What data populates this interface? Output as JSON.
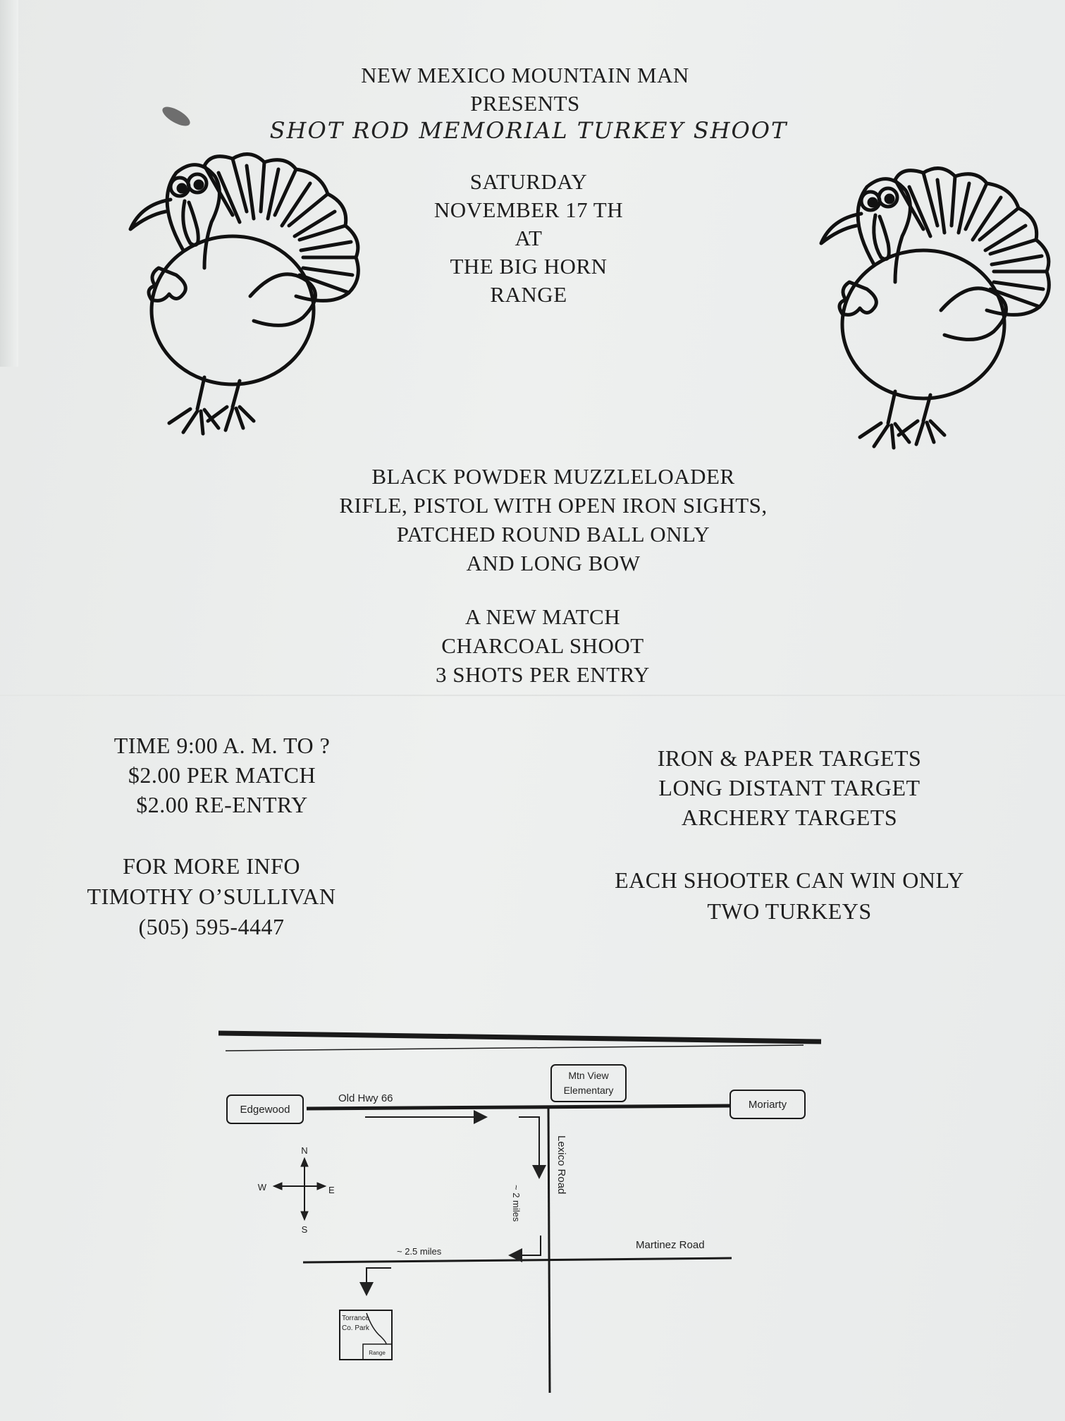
{
  "header": {
    "org": "NEW MEXICO MOUNTAIN MAN",
    "presents": "PRESENTS",
    "event_title": "SHOT ROD MEMORIAL TURKEY SHOOT"
  },
  "date_block": [
    "SATURDAY",
    "NOVEMBER 17 TH",
    "AT",
    "THE BIG HORN",
    "RANGE"
  ],
  "rules_block": [
    "BLACK POWDER MUZZLELOADER",
    "RIFLE, PISTOL WITH OPEN IRON SIGHTS,",
    "PATCHED  ROUND BALL ONLY",
    "AND LONG BOW"
  ],
  "new_match_block": [
    "A NEW MATCH",
    "CHARCOAL SHOOT",
    "3 SHOTS PER ENTRY"
  ],
  "time_block": [
    "TIME 9:00 A. M. TO ?",
    "$2.00 PER MATCH",
    "$2.00 RE-ENTRY"
  ],
  "info_block": [
    "FOR MORE INFO",
    "TIMOTHY O’SULLIVAN",
    "(505) 595-4447"
  ],
  "targets_block": [
    "IRON & PAPER TARGETS",
    "LONG DISTANT TARGET",
    "ARCHERY TARGETS"
  ],
  "win_block": [
    "EACH SHOOTER CAN WIN ONLY",
    "TWO TURKEYS"
  ],
  "map": {
    "edgewood": "Edgewood",
    "old_hwy": "Old Hwy 66",
    "mtn_view_1": "Mtn View",
    "mtn_view_2": "Elementary",
    "moriarty": "Moriarty",
    "lexico_road": "Lexico Road",
    "two_miles": "~ 2 miles",
    "two_half_miles": "~ 2.5 miles",
    "martinez_road": "Martinez Road",
    "compass_n": "N",
    "compass_s": "S",
    "compass_e": "E",
    "compass_w": "W",
    "park_1": "Torrance",
    "park_2": "Co. Park",
    "range": "Range"
  },
  "icons": [
    "turkey-illustration-icon",
    "compass-icon",
    "arrow-icon"
  ]
}
